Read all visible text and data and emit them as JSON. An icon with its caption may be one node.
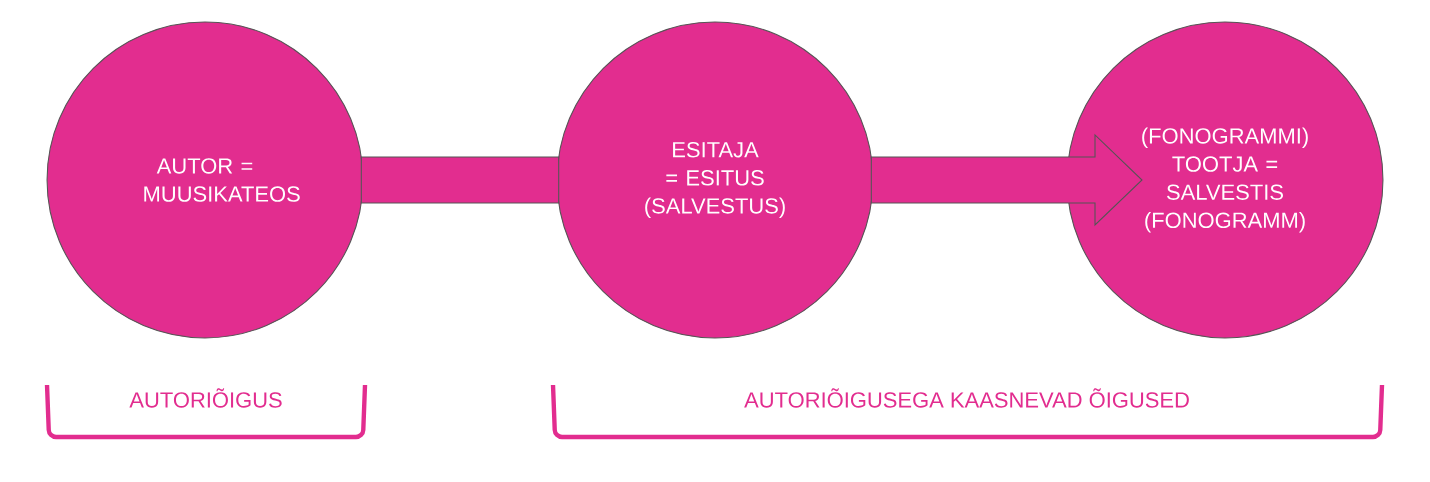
{
  "diagram": {
    "nodes": [
      {
        "text": [
          "AUTOR = MUUSIKATEOS"
        ]
      },
      {
        "text": [
          "ESITAJA = ESITUS (SALVESTUS)"
        ]
      },
      {
        "text": [
          "(FONOGRAMMI) TOOTJA = SALVESTIS (FONOGRAMM)"
        ]
      }
    ],
    "edges": [
      {
        "from": 0,
        "to": 1,
        "arrow": "none",
        "style": "thick"
      },
      {
        "from": 1,
        "to": 2,
        "arrow": "to",
        "style": "thick"
      }
    ],
    "labels": [
      "AUTORIÕIGUS",
      "AUTORIÕIGUSEGA KAASNEVAD ÕIGUSED"
    ]
  }
}
